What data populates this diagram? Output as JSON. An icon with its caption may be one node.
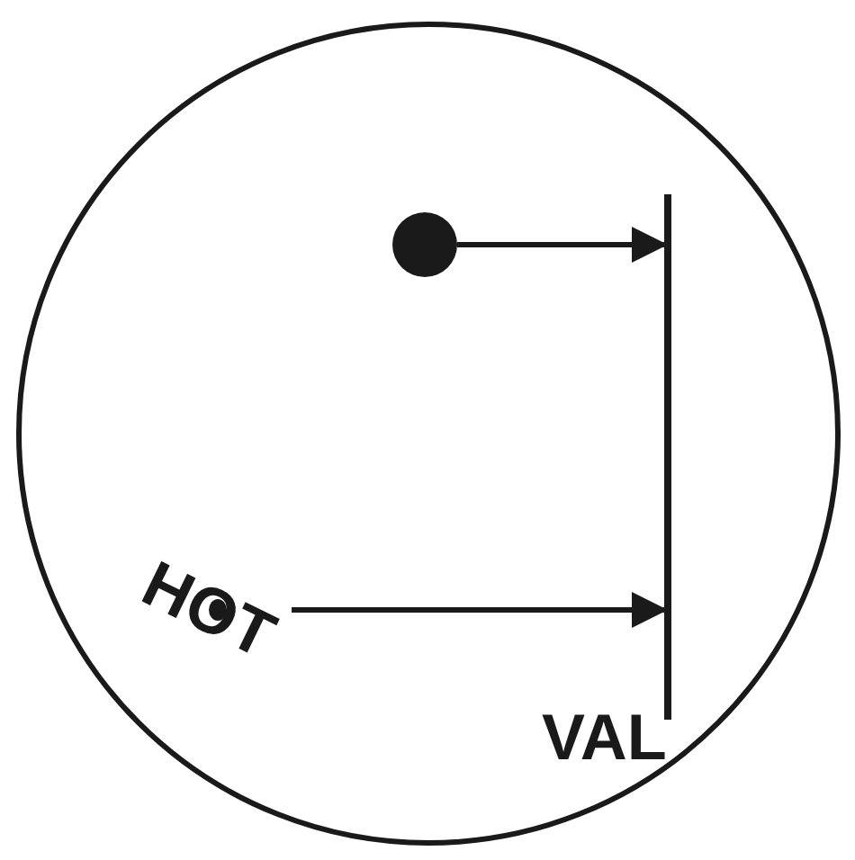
{
  "diagram": {
    "nodes": [
      {
        "text": [],
        "shape": "circle"
      },
      {
        "text": [],
        "shape": "circle",
        "in": 0
      },
      {
        "text": [
          "HOT"
        ],
        "in": 0
      },
      {
        "text": [
          "VAL"
        ],
        "in": 0
      }
    ],
    "edges": [
      {
        "from": 1,
        "to": 3,
        "arrow": "to"
      },
      {
        "from": 2,
        "to": 3,
        "arrow": "to"
      }
    ]
  }
}
